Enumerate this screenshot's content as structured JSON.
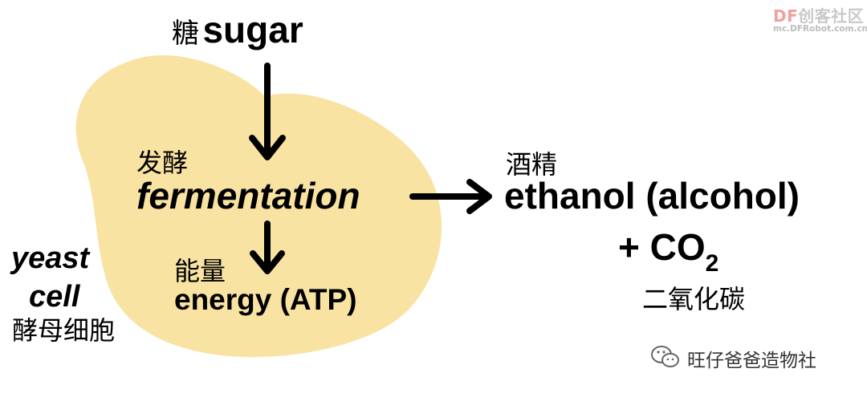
{
  "colors": {
    "cell_fill": "#f9e3a2",
    "ink": "#000000"
  },
  "input": {
    "cn": "糖",
    "en": "sugar"
  },
  "process": {
    "cn": "发酵",
    "en": "fermentation"
  },
  "energy": {
    "cn": "能量",
    "en": "energy (ATP)"
  },
  "cell_label": {
    "en_line1": "yeast",
    "en_line2": "cell",
    "cn": "酵母细胞"
  },
  "product": {
    "cn": "酒精",
    "en": "ethanol (alcohol)"
  },
  "byproduct": {
    "plus": "+ CO",
    "subscript": "2",
    "cn": "二氧化碳"
  },
  "watermark": {
    "brand_df": "DF",
    "brand_rest": "创客社区",
    "url": "mc.DFRobot.com.cn"
  },
  "footer": {
    "icon": "wechat-icon",
    "account": "旺仔爸爸造物社"
  }
}
